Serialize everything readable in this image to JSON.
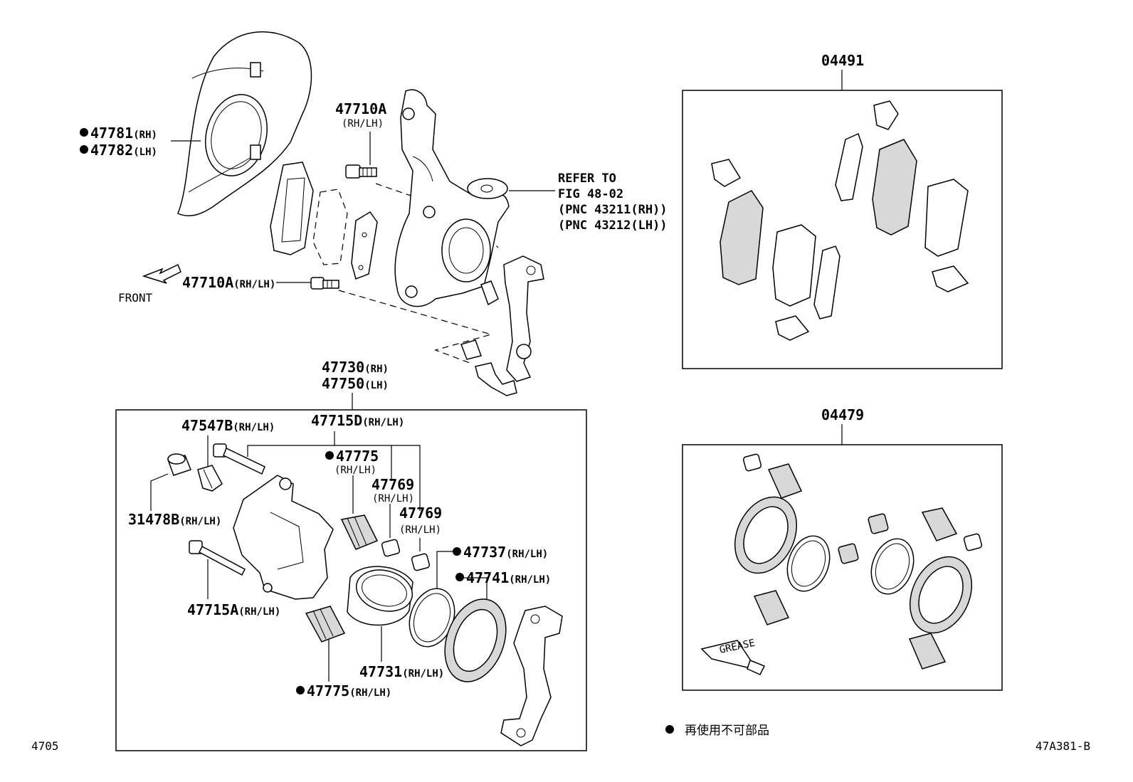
{
  "labels": {
    "shield_rh": "47781",
    "shield_rh_suffix": "(RH)",
    "shield_lh": "47782",
    "shield_lh_suffix": "(LH)",
    "bolt_top": "47710A",
    "bolt_top_suffix": "(RH/LH)",
    "bolt_left": "47710A",
    "bolt_left_suffix": "(RH/LH)",
    "front": "FRONT",
    "refer_line1": "REFER TO",
    "refer_line2": "FIG 48-02",
    "refer_line3": "(PNC 43211(RH))",
    "refer_line4": "(PNC 43212(LH))",
    "caliper_rh": "47730",
    "caliper_rh_suffix": "(RH)",
    "caliper_lh": "47750",
    "caliper_lh_suffix": "(LH)",
    "p47547b": "47547B",
    "p47547b_suffix": "(RH/LH)",
    "p47715d": "47715D",
    "p47715d_suffix": "(RH/LH)",
    "p47775_top": "47775",
    "p47775_top_suffix": "(RH/LH)",
    "p47769_a": "47769",
    "p47769_a_suffix": "(RH/LH)",
    "p47769_b": "47769",
    "p47769_b_suffix": "(RH/LH)",
    "p31478b": "31478B",
    "p31478b_suffix": "(RH/LH)",
    "p47737": "47737",
    "p47737_suffix": "(RH/LH)",
    "p47741": "47741",
    "p47741_suffix": "(RH/LH)",
    "p47715a": "47715A",
    "p47715a_suffix": "(RH/LH)",
    "p47731": "47731",
    "p47731_suffix": "(RH/LH)",
    "p47775_bottom": "47775",
    "p47775_bottom_suffix": "(RH/LH)",
    "kit_pads": "04491",
    "kit_seals": "04479",
    "grease_tube": "GREASE",
    "legend_text": "再使用不可部品",
    "page_left": "4705",
    "page_right": "47A381-B"
  }
}
